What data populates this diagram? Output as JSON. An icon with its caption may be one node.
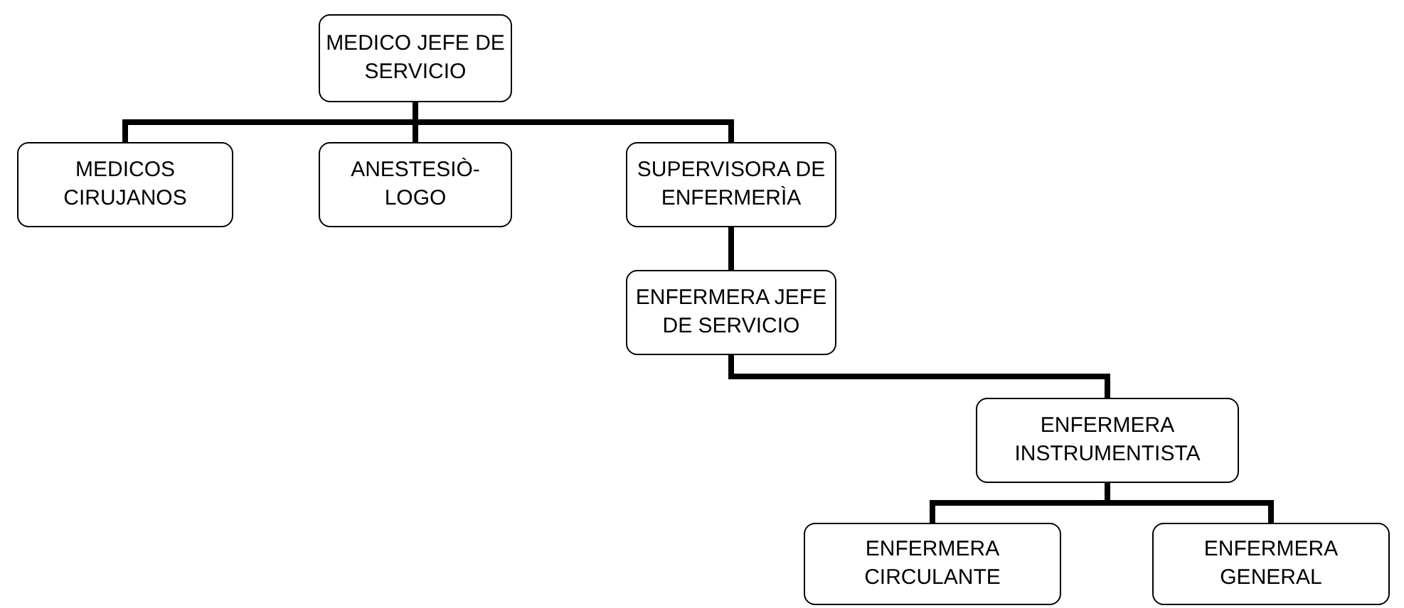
{
  "diagram": {
    "nodes": [
      {
        "text": [
          "MEDICO JEFE DE SERVICIO"
        ]
      },
      {
        "text": [
          "MEDICOS CIRUJANOS"
        ]
      },
      {
        "text": [
          "ANESTESIÒ-LOGO"
        ]
      },
      {
        "text": [
          "SUPERVISORA DE ENFERMERÌA"
        ]
      },
      {
        "text": [
          "ENFERMERA JEFE DE SERVICIO"
        ]
      },
      {
        "text": [
          "ENFERMERA INSTRUMENTISTA"
        ]
      },
      {
        "text": [
          "ENFERMERA CIRCULANTE"
        ]
      },
      {
        "text": [
          "ENFERMERA GENERAL"
        ]
      }
    ],
    "edges": [
      {
        "from": 0,
        "to": 1,
        "arrow": "none"
      },
      {
        "from": 0,
        "to": 2,
        "arrow": "none"
      },
      {
        "from": 0,
        "to": 3,
        "arrow": "none"
      },
      {
        "from": 3,
        "to": 4,
        "arrow": "none"
      },
      {
        "from": 4,
        "to": 5,
        "arrow": "none"
      },
      {
        "from": 5,
        "to": 6,
        "arrow": "none"
      },
      {
        "from": 5,
        "to": 7,
        "arrow": "none"
      }
    ]
  }
}
